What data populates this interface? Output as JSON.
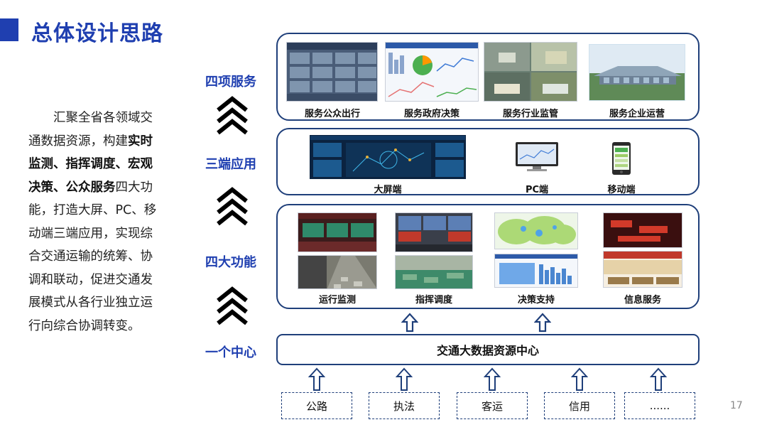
{
  "title": "总体设计思路",
  "intro": {
    "p1": "汇聚全省各领域交通数据资源，构建",
    "bold": "实时监测、指挥调度、宏观决策、公众服务",
    "p2": "四大功能，打造大屏、PC、移动端三端应用，实现综合交通运输的统筹、协调和联动，促进交通发展模式从各行业独立运行向综合协调转变。"
  },
  "levels": {
    "services": "四项服务",
    "apps": "三端应用",
    "functions": "四大功能",
    "center": "一个中心"
  },
  "services": [
    "服务公众出行",
    "服务政府决策",
    "服务行业监管",
    "服务企业运营"
  ],
  "apps": [
    "大屏端",
    "PC端",
    "移动端"
  ],
  "functions": [
    "运行监测",
    "指挥调度",
    "决策支持",
    "信息服务"
  ],
  "center_label": "交通大数据资源中心",
  "sources": [
    "公路",
    "执法",
    "客运",
    "信用",
    "......"
  ],
  "page_number": "17",
  "colors": {
    "accent": "#1f3fb0",
    "border": "#1f3f7a"
  },
  "icons": [
    "triple-chevron-up-icon",
    "hollow-arrow-up-icon"
  ]
}
